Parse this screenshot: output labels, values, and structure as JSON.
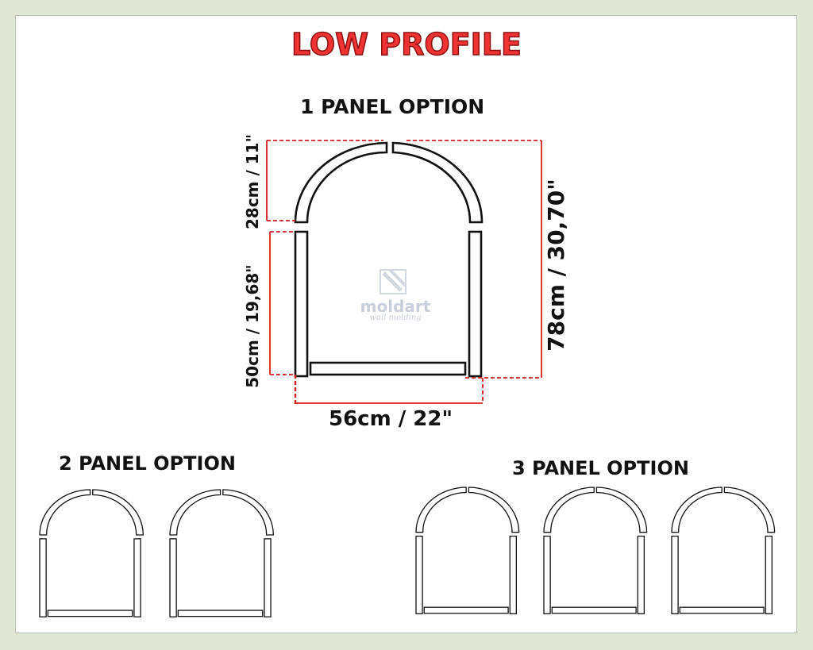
{
  "header": {
    "title": "LOW PROFILE"
  },
  "colors": {
    "title_fill": "#ef3232",
    "dimension_lines": "#d61f1f",
    "outline": "#111111",
    "frame_background": "#dfe6d3",
    "sheet_background": "#ffffff"
  },
  "one_panel": {
    "label": "1 PANEL OPTION",
    "dimensions": {
      "arch_height": "28cm / 11\"",
      "side_height": "50cm / 19,68\"",
      "total_height": "78cm / 30,70\"",
      "width": "56cm / 22\""
    },
    "watermark": {
      "brand": "moldart",
      "tagline": "wall molding"
    }
  },
  "two_panel": {
    "label": "2 PANEL OPTION",
    "count": 2
  },
  "three_panel": {
    "label": "3 PANEL OPTION",
    "count": 3
  }
}
